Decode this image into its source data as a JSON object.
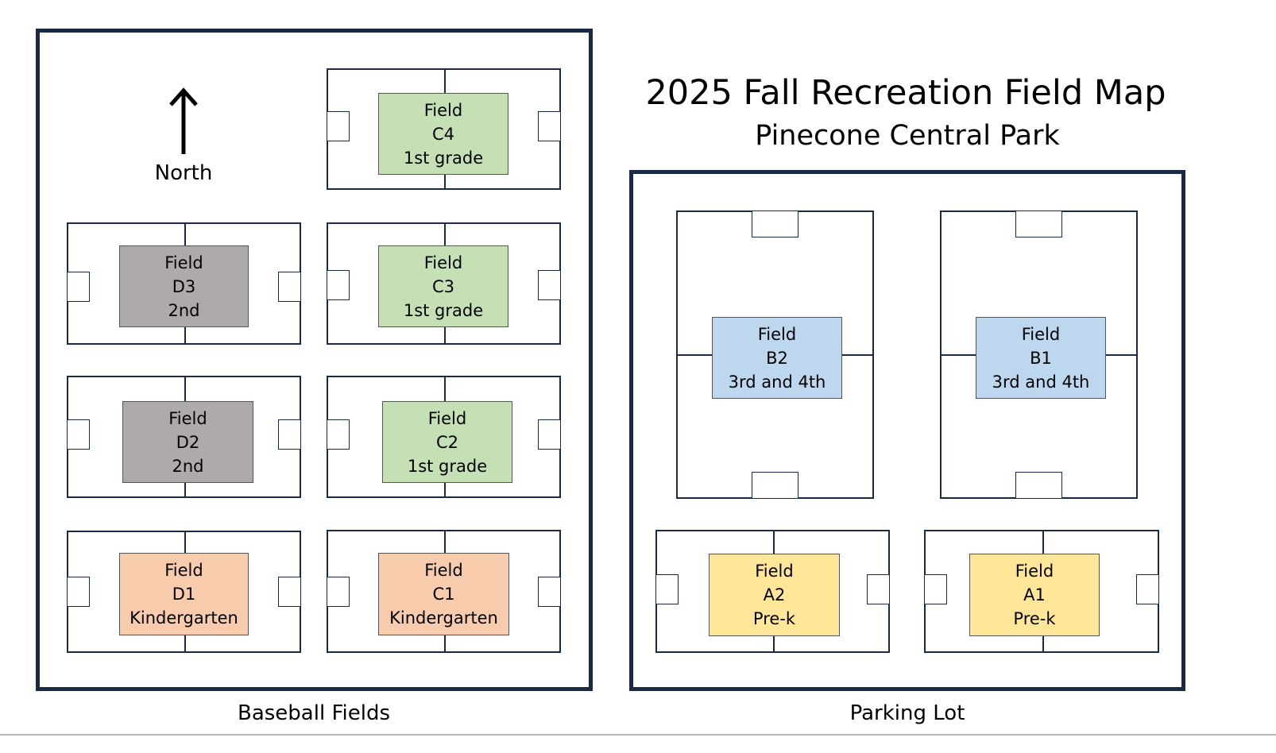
{
  "title": "2025 Fall Recreation Field Map",
  "subtitle": "Pinecone Central Park",
  "compass_label": "North",
  "areas": {
    "left_caption": "Baseball Fields",
    "right_caption": "Parking Lot"
  },
  "colors": {
    "border": "#1b2a44",
    "green": "#c5e0b4",
    "gray": "#aeaaaa",
    "peach": "#f8cbad",
    "blue": "#bdd7ee",
    "yellow": "#ffe699"
  },
  "fields": {
    "C4": {
      "line1": "Field",
      "line2": "C4",
      "line3": "1st grade"
    },
    "C3": {
      "line1": "Field",
      "line2": "C3",
      "line3": "1st grade"
    },
    "C2": {
      "line1": "Field",
      "line2": "C2",
      "line3": "1st grade"
    },
    "C1": {
      "line1": "Field",
      "line2": "C1",
      "line3": "Kindergarten"
    },
    "D3": {
      "line1": "Field",
      "line2": "D3",
      "line3": "2nd"
    },
    "D2": {
      "line1": "Field",
      "line2": "D2",
      "line3": "2nd"
    },
    "D1": {
      "line1": "Field",
      "line2": "D1",
      "line3": "Kindergarten"
    },
    "B2": {
      "line1": "Field",
      "line2": "B2",
      "line3": "3rd and 4th"
    },
    "B1": {
      "line1": "Field",
      "line2": "B1",
      "line3": "3rd and 4th"
    },
    "A2": {
      "line1": "Field",
      "line2": "A2",
      "line3": "Pre-k"
    },
    "A1": {
      "line1": "Field",
      "line2": "A1",
      "line3": "Pre-k"
    }
  }
}
